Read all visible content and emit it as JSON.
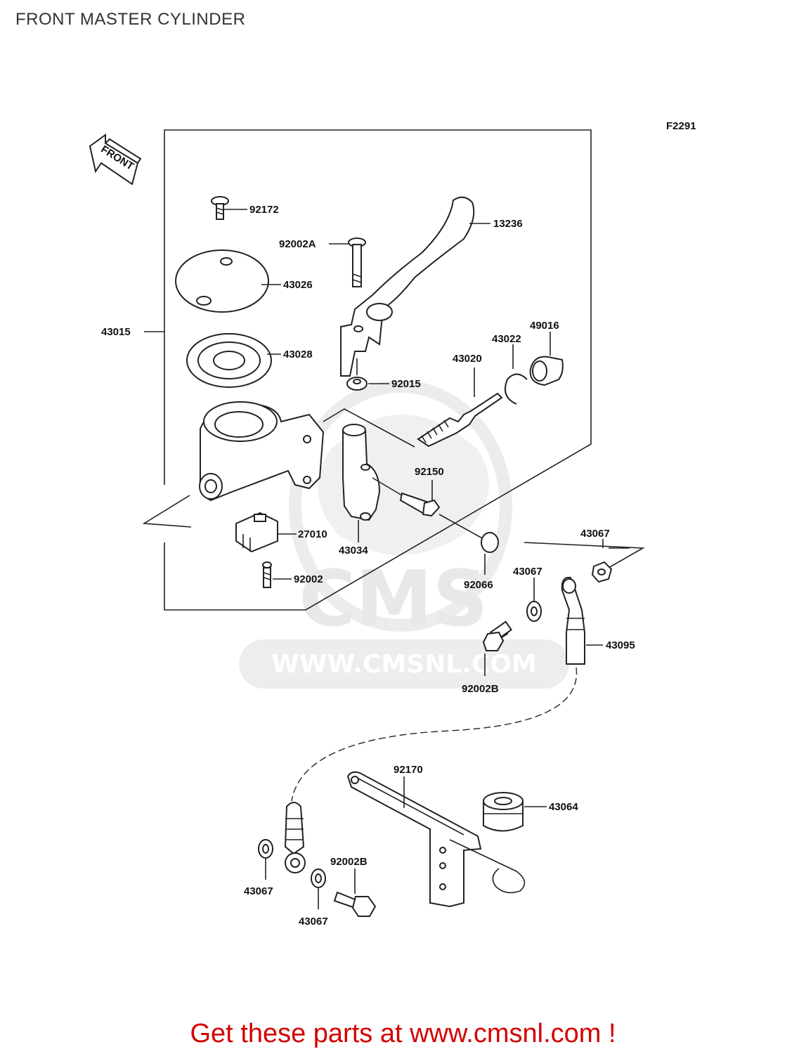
{
  "header": {
    "title": "FRONT MASTER CYLINDER"
  },
  "figure": {
    "code": "F2291",
    "front_arrow_label": "FRONT"
  },
  "watermark": {
    "logo_text": "CMS",
    "url_text": "WWW.CMSNL.COM"
  },
  "parts": {
    "p92172": "92172",
    "p13236": "13236",
    "p92002A": "92002A",
    "p43026": "43026",
    "p43015": "43015",
    "p43028": "43028",
    "p49016": "49016",
    "p43022": "43022",
    "p43020": "43020",
    "p92015": "92015",
    "p92150": "92150",
    "p27010": "27010",
    "p43034": "43034",
    "p43067_a": "43067",
    "p43067_b": "43067",
    "p92002": "92002",
    "p92066": "92066",
    "p43095": "43095",
    "p92002B_a": "92002B",
    "p92170": "92170",
    "p43064": "43064",
    "p92002B_b": "92002B",
    "p43067_c": "43067",
    "p43067_d": "43067"
  },
  "footer": {
    "text": "Get these parts at www.cmsnl.com !"
  },
  "colors": {
    "footer_text": "#d40000",
    "line": "#222222",
    "watermark": "#e6e6e6"
  }
}
